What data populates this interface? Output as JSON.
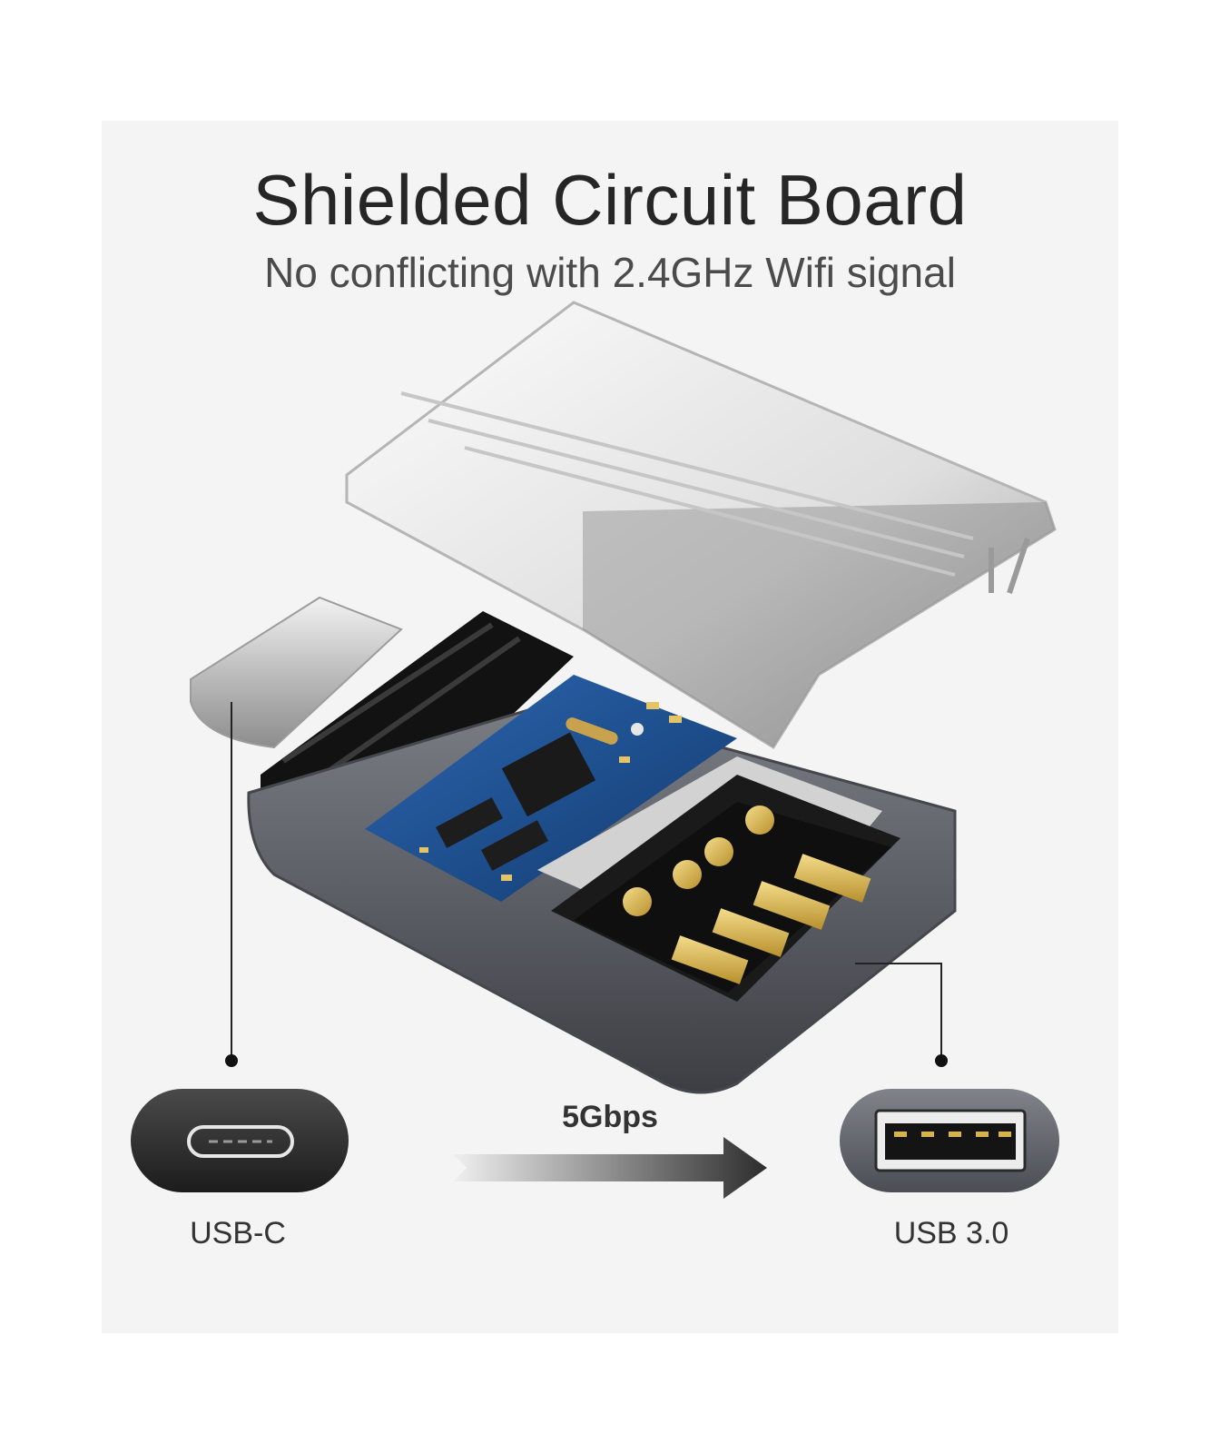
{
  "headline": "Shielded Circuit Board",
  "subline": "No conflicting with 2.4GHz Wifi signal",
  "ports": {
    "left_label": "USB-C",
    "right_label": "USB 3.0"
  },
  "transfer": {
    "speed": "5Gbps"
  },
  "colors": {
    "background": "#f4f4f4",
    "housing": "#5c5f66",
    "pcb": "#1f4f8f",
    "gold": "#d8b24a",
    "text": "#262626"
  }
}
